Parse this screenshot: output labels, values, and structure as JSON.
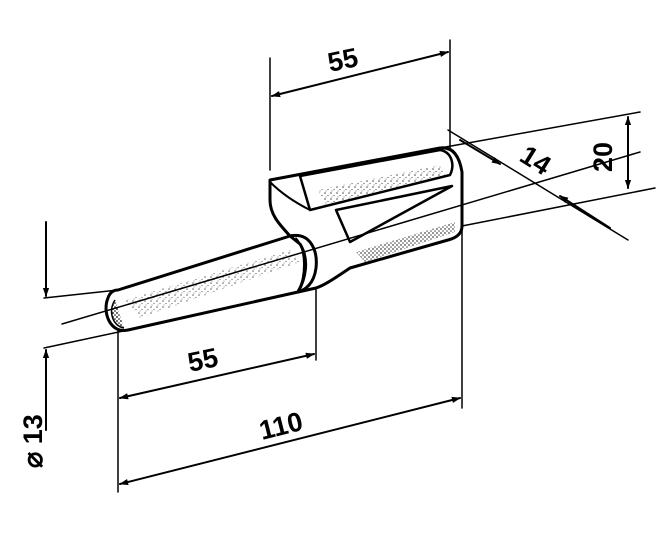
{
  "dimensions": {
    "top_length": "55",
    "shank_length": "55",
    "total_length": "110",
    "height": "20",
    "width": "14",
    "shank_diameter": "⌀ 13"
  }
}
